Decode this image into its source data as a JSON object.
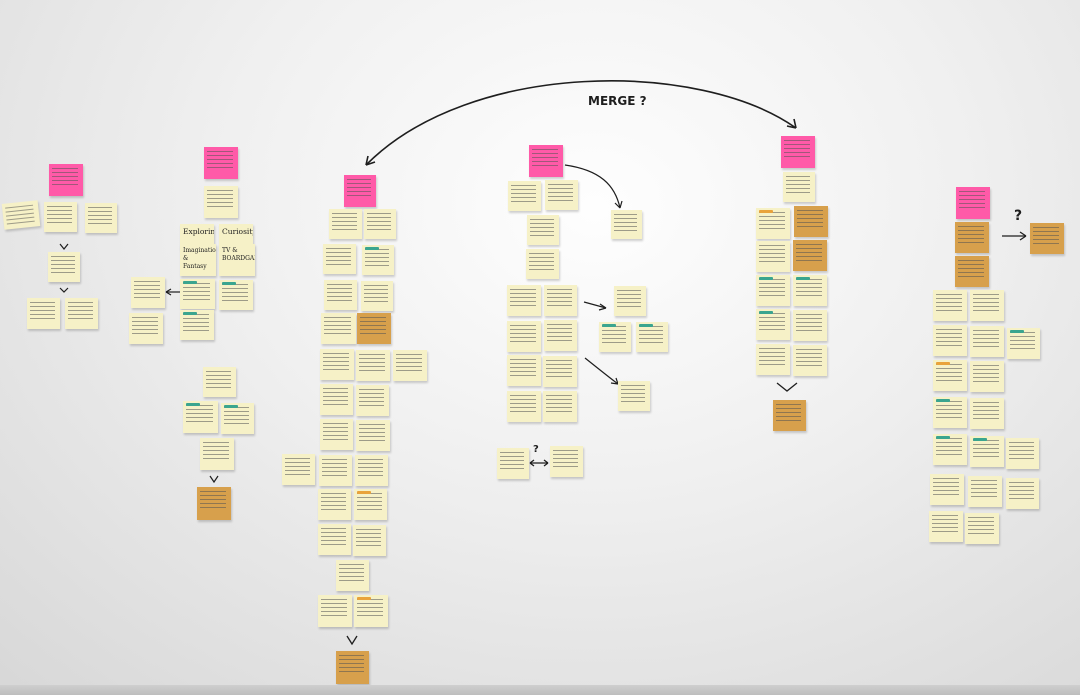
{
  "scene": {
    "description_kind": "photo",
    "colors": {
      "header": "#ff5aa8",
      "note": "#f6f1c7",
      "orange": "#d7a04c",
      "tab": "#3aa58f",
      "tab_orange": "#e9a33b",
      "marker": "#1e1e1e"
    }
  },
  "handwriting": {
    "merge": "MERGE ?",
    "question_right": "?",
    "question_mid": "?"
  },
  "notes": [
    {
      "label": "Exploring",
      "kind": "big"
    },
    {
      "label": "Curiosity",
      "kind": "big"
    },
    {
      "label": "Imagination & Fantasy",
      "kind": "big"
    },
    {
      "label": "TV & BOARDGAMES",
      "kind": "big"
    }
  ]
}
